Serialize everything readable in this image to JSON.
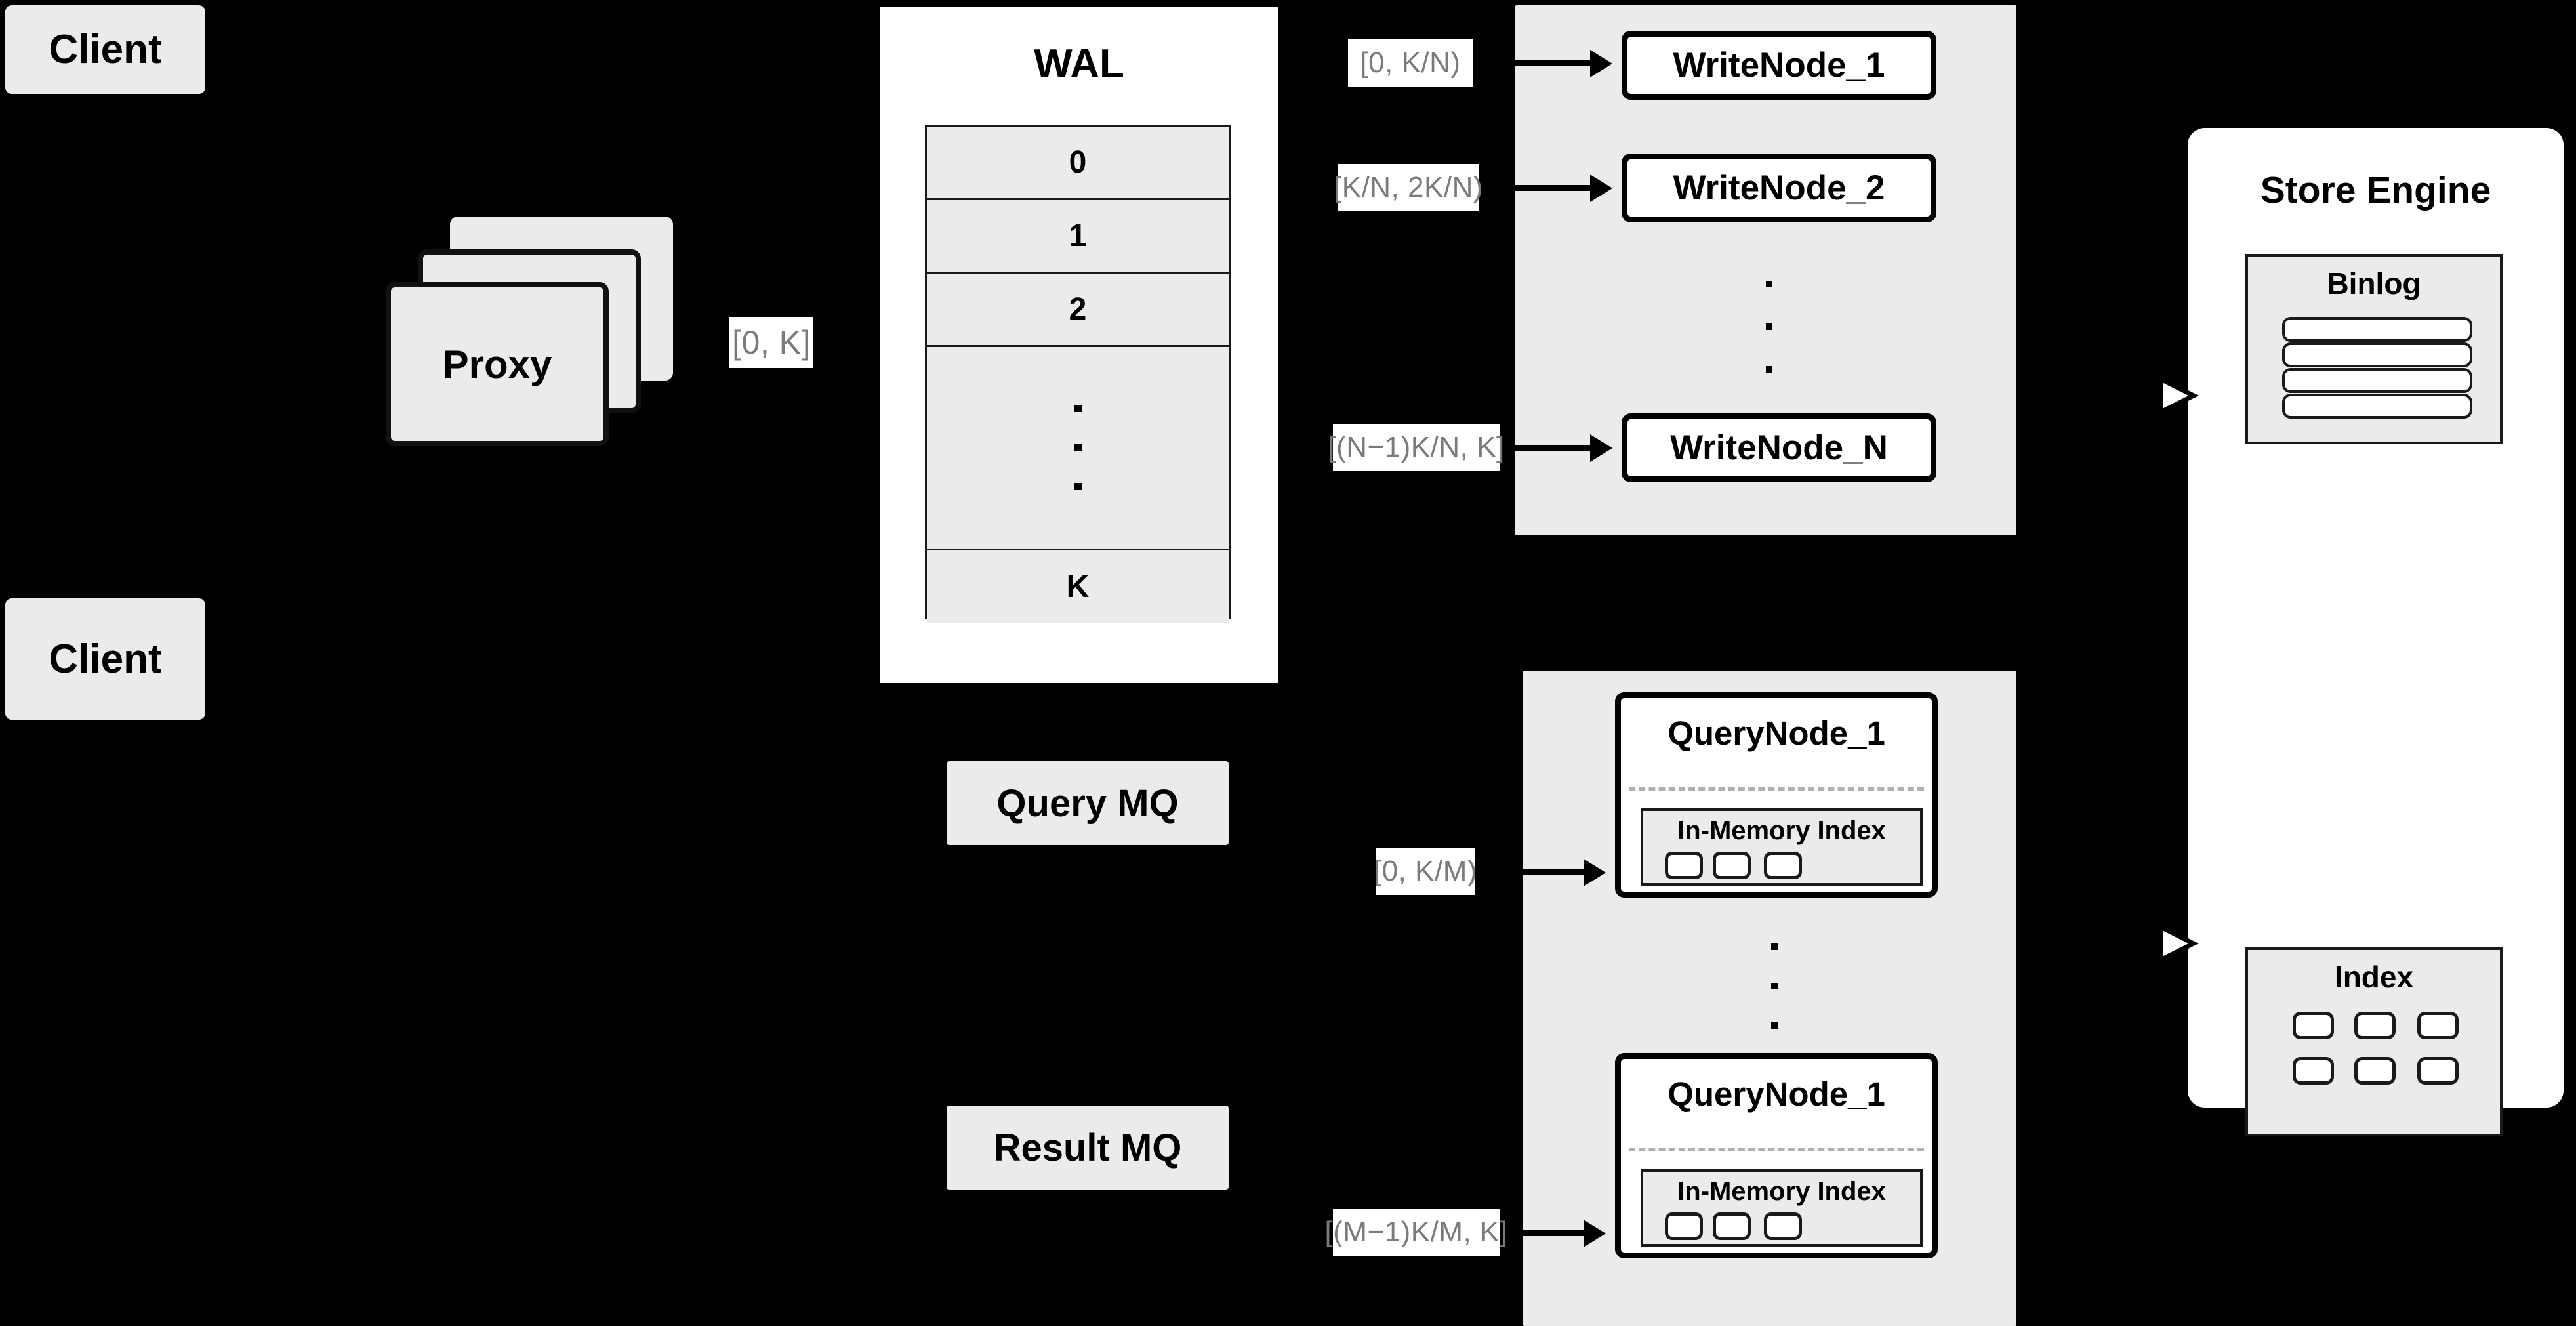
{
  "diagram": {
    "title": "Distributed Write/Query Architecture",
    "background_color": "#000000",
    "node_fill": "#ebebeb",
    "node_white": "#ffffff",
    "stroke_color": "#000000",
    "label_text_color": "#7a7a7a"
  },
  "clients": [
    {
      "label": "Client"
    },
    {
      "label": "Client"
    }
  ],
  "proxy": {
    "label": "Proxy",
    "stack_count": 3,
    "range_label": "[0, K]"
  },
  "wal": {
    "title": "WAL",
    "rows": [
      {
        "label": "0"
      },
      {
        "label": "1"
      },
      {
        "label": "2"
      },
      {
        "label": "",
        "is_ellipsis": true
      },
      {
        "label": "K"
      }
    ]
  },
  "write_cluster": {
    "nodes": [
      {
        "label": "WriteNode_1",
        "range_label": "[0,  K/N)"
      },
      {
        "label": "WriteNode_2",
        "range_label": "[K/N, 2K/N)"
      },
      {
        "label": "WriteNode_N",
        "range_label": "[(N−1)K/N,  K]"
      }
    ],
    "ellipsis_between": true
  },
  "message_queues": [
    {
      "label": "Query MQ"
    },
    {
      "label": "Result MQ"
    }
  ],
  "query_cluster": {
    "nodes": [
      {
        "label": "QueryNode_1",
        "range_label": "[0, K/M)",
        "inner_panel_title": "In-Memory Index",
        "inner_cell_count": 3
      },
      {
        "label": "QueryNode_1",
        "range_label": "[(M−1)K/M, K]",
        "inner_panel_title": "In-Memory Index",
        "inner_cell_count": 3
      }
    ],
    "ellipsis_between": true
  },
  "store_engine": {
    "title": "Store Engine",
    "binlog": {
      "title": "Binlog",
      "row_count": 4
    },
    "index": {
      "title": "Index",
      "cell_count": 6,
      "columns": 3,
      "rows": 2
    }
  }
}
